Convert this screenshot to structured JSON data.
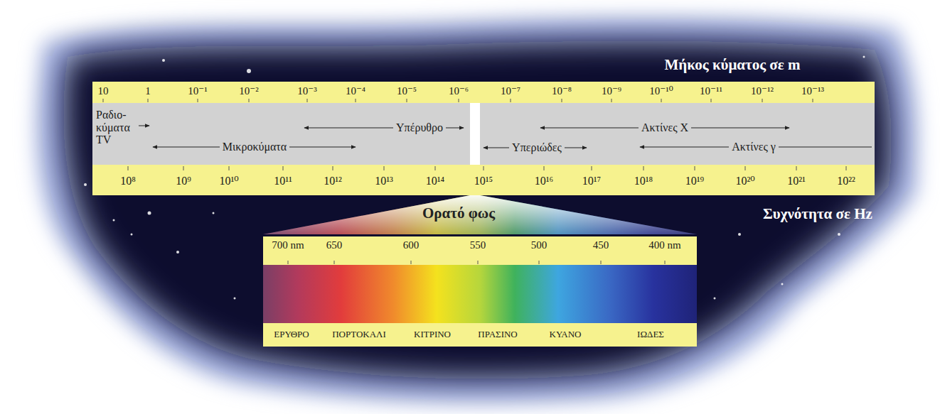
{
  "diagram": {
    "nodes": [
      {
        "text": [
          "10",
          "1",
          "10⁻¹",
          "10⁻²",
          "10⁻³",
          "10⁻⁴",
          "10⁻⁵",
          "10⁻⁶",
          "10⁻⁷",
          "10⁻⁸",
          "10⁻⁹",
          "10⁻¹⁰",
          "10⁻¹¹",
          "10⁻¹²",
          "10⁻¹³"
        ]
      },
      {
        "text": [
          "Ραδιο- κύματα TV",
          "Υπέρυθρο",
          "Μικροκύματα",
          "Υπεριώδες",
          "Ακτίνες Χ",
          "Ακτίνες γ"
        ]
      },
      {
        "text": [
          "10⁸",
          "10⁹",
          "10¹⁰",
          "10¹¹",
          "10¹²",
          "10¹³",
          "10¹⁴",
          "10¹⁵",
          "10¹⁶",
          "10¹⁷",
          "10¹⁸",
          "10¹⁹",
          "10²⁰",
          "10²¹",
          "10²²"
        ]
      },
      {
        "text": [
          "700 nm",
          "650",
          "600",
          "550",
          "500",
          "450",
          "400 nm"
        ]
      },
      {
        "text": [
          "ΕΡΥΘΡΟ",
          "ΠΟΡΤΟΚΑΛΙ",
          "ΚΙΤΡΙΝΟ",
          "ΠΡΑΣΙΝΟ",
          "ΚΥΑΝΟ",
          "ΙΩΔΕΣ"
        ]
      }
    ],
    "labels": [
      "Μήκος κύματος σε m",
      "Ορατό φως",
      "Συχνότητα σε Hz"
    ]
  }
}
